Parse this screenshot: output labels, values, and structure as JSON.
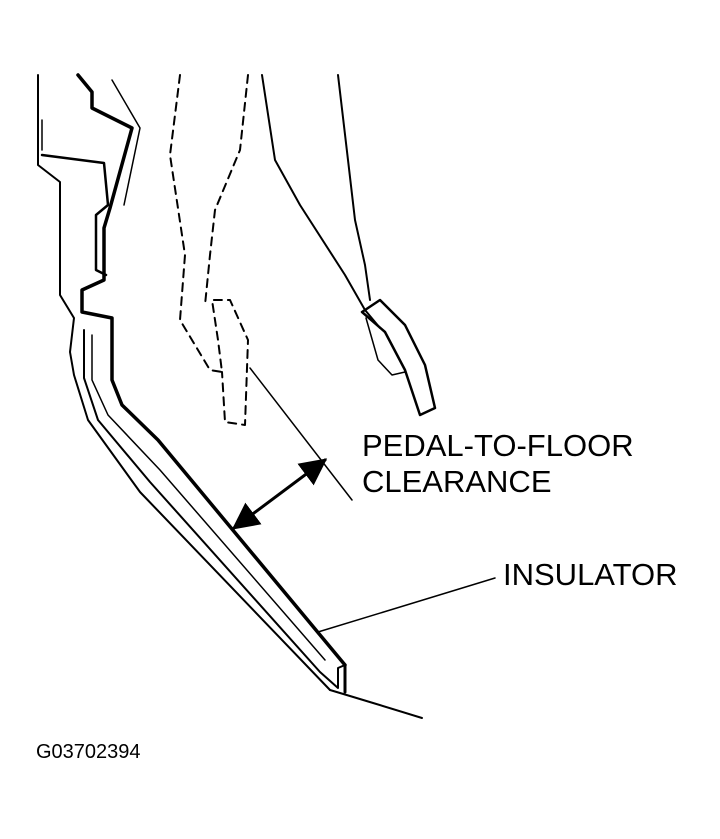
{
  "labels": {
    "pedal_clearance_line1": "PEDAL-TO-FLOOR",
    "pedal_clearance_line2": "CLEARANCE",
    "insulator": "INSULATOR"
  },
  "figure_code": "G03702394",
  "colors": {
    "ink": "#000000",
    "background": "#ffffff"
  }
}
